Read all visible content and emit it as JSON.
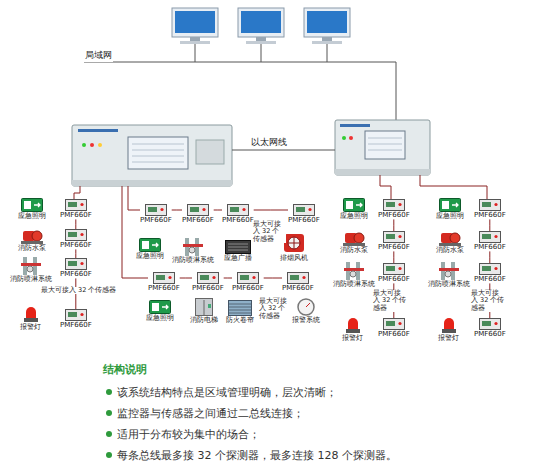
{
  "diagram": {
    "title": "结构说明",
    "nodes": [
      {
        "text": [
          "应急照明"
        ]
      },
      {
        "text": [
          "PMF660F"
        ]
      },
      {
        "text": [
          "消防水泵"
        ]
      },
      {
        "text": [
          "PMF660F"
        ]
      },
      {
        "text": [
          "消防喷淋系统"
        ]
      },
      {
        "text": [
          "PMF660F"
        ]
      },
      {
        "text": [
          "报警灯"
        ]
      },
      {
        "text": [
          "PMF660F"
        ]
      },
      {
        "text": [
          "PMF660F"
        ]
      },
      {
        "text": [
          "PMF660F"
        ]
      },
      {
        "text": [
          "PMF660F"
        ]
      },
      {
        "text": [
          "PMF660F"
        ]
      },
      {
        "text": [
          "应急照明"
        ]
      },
      {
        "text": [
          "消防喷淋系统"
        ]
      },
      {
        "text": [
          "应急广播"
        ]
      },
      {
        "text": [
          "排烟风机"
        ]
      },
      {
        "text": [
          "PMF660F"
        ]
      },
      {
        "text": [
          "PMF660F"
        ]
      },
      {
        "text": [
          "PMF660F"
        ]
      },
      {
        "text": [
          "PMF660F"
        ]
      },
      {
        "text": [
          "应急照明"
        ]
      },
      {
        "text": [
          "消防电梯"
        ]
      },
      {
        "text": [
          "防火卷帘"
        ]
      },
      {
        "text": [
          "报警系统"
        ]
      },
      {
        "text": [
          "应急照明"
        ]
      },
      {
        "text": [
          "PMF660F"
        ]
      },
      {
        "text": [
          "消防水泵"
        ]
      },
      {
        "text": [
          "PMF660F"
        ]
      },
      {
        "text": [
          "消防喷淋系统"
        ]
      },
      {
        "text": [
          "PMF660F"
        ]
      },
      {
        "text": [
          "报警灯"
        ]
      },
      {
        "text": [
          "PMF660F"
        ]
      },
      {
        "text": [
          "应急照明"
        ]
      },
      {
        "text": [
          "PMF660F"
        ]
      },
      {
        "text": [
          "消防水泵"
        ]
      },
      {
        "text": [
          "PMF660F"
        ]
      },
      {
        "text": [
          "消防喷淋系统"
        ]
      },
      {
        "text": [
          "PMF660F"
        ]
      },
      {
        "text": [
          "报警灯"
        ]
      },
      {
        "text": [
          "PMF660F"
        ]
      }
    ],
    "edges": [
      {
        "from": 1,
        "to": 3,
        "arrow": "none"
      },
      {
        "from": 3,
        "to": 5,
        "arrow": "none"
      },
      {
        "from": 5,
        "to": 7,
        "arrow": "none"
      },
      {
        "from": 8,
        "to": 9,
        "arrow": "none"
      },
      {
        "from": 9,
        "to": 10,
        "arrow": "none"
      },
      {
        "from": 10,
        "to": 11,
        "arrow": "none"
      },
      {
        "from": 16,
        "to": 17,
        "arrow": "none"
      },
      {
        "from": 17,
        "to": 18,
        "arrow": "none"
      },
      {
        "from": 18,
        "to": 19,
        "arrow": "none"
      },
      {
        "from": 25,
        "to": 27,
        "arrow": "none"
      },
      {
        "from": 27,
        "to": 29,
        "arrow": "none"
      },
      {
        "from": 29,
        "to": 31,
        "arrow": "none"
      },
      {
        "from": 33,
        "to": 35,
        "arrow": "none"
      },
      {
        "from": 35,
        "to": 37,
        "arrow": "none"
      },
      {
        "from": 37,
        "to": 39,
        "arrow": "none"
      }
    ],
    "labels": [
      "局域网",
      "以太网线",
      "最大可接入 32 个传感器",
      "最大可接入 32 个传感器",
      "最大可接入 32 个传感器",
      "最大可接入 32 个传感器",
      "最大可接入 32 个传感器",
      "该系统结构特点是区域管理明确，层次清晰；",
      "监控器与传感器之间通过二总线连接；",
      "适用于分布较为集中的场合；",
      "每条总线最多接 32 个探测器，最多连接 128 个探测器。"
    ]
  }
}
